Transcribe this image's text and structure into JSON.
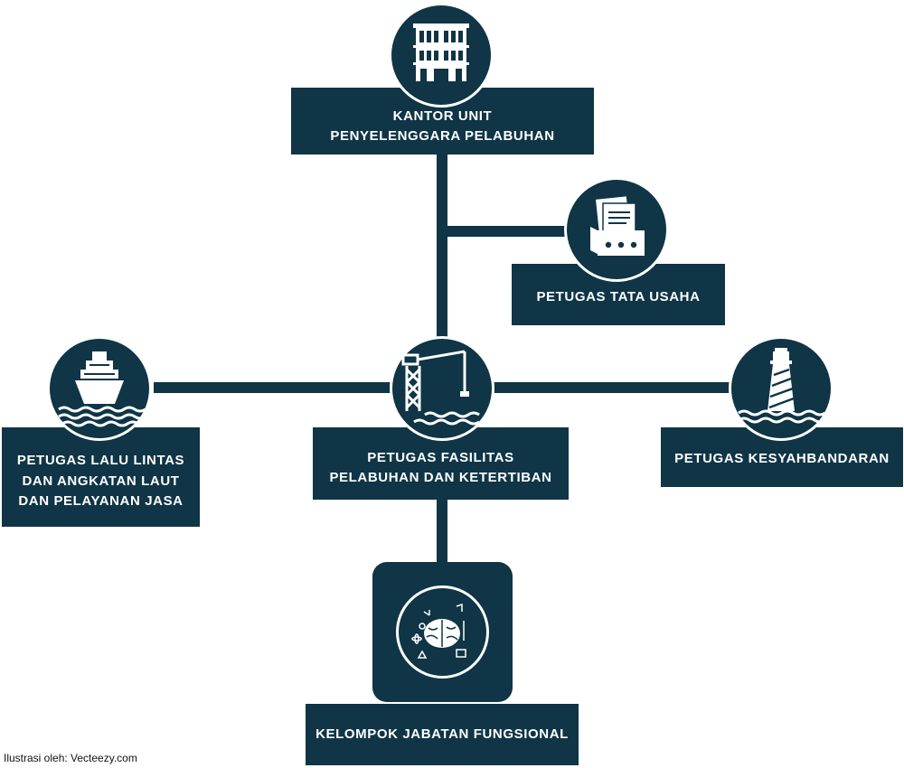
{
  "nodes": {
    "kantor": {
      "line1": "KANTOR UNIT",
      "line2": "PENYELENGGARA PELABUHAN"
    },
    "tata_usaha": {
      "label": "PETUGAS TATA USAHA"
    },
    "lalu_lintas": {
      "line1": "PETUGAS LALU LINTAS",
      "line2": "DAN ANGKATAN LAUT",
      "line3": "DAN PELAYANAN JASA"
    },
    "fasilitas": {
      "line1": "PETUGAS FASILITAS",
      "line2": "PELABUHAN DAN KETERTIBAN"
    },
    "kesyahbandaran": {
      "label": "PETUGAS KESYAHBANDARAN"
    },
    "fungsional": {
      "label": "KELOMPOK JABATAN FUNGSIONAL"
    }
  },
  "icons": {
    "kantor": "building-icon",
    "tata_usaha": "file-drawer-icon",
    "lalu_lintas": "ship-icon",
    "fasilitas": "crane-icon",
    "kesyahbandaran": "lighthouse-icon",
    "fungsional": "brain-icon"
  },
  "credit": "Ilustrasi oleh: Vecteezy.com",
  "colors": {
    "primary": "#0f3546",
    "background": "#ffffff"
  }
}
